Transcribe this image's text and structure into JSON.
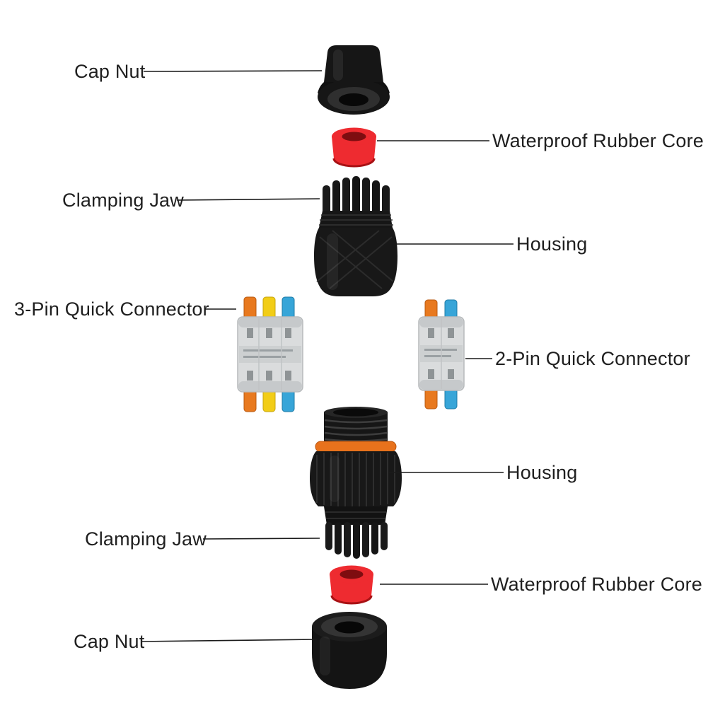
{
  "diagram": {
    "labels": {
      "cap_nut_top": "Cap Nut",
      "waterproof_rubber_core_top": "Waterproof Rubber Core",
      "clamping_jaw_top": "Clamping Jaw",
      "housing_top": "Housing",
      "three_pin_quick_connector": "3-Pin Quick Connector",
      "two_pin_quick_connector": "2-Pin Quick Connector",
      "housing_bottom": "Housing",
      "clamping_jaw_bottom": "Clamping Jaw",
      "waterproof_rubber_core_bottom": "Waterproof Rubber Core",
      "cap_nut_bottom": "Cap Nut"
    },
    "colors": {
      "label_text": "#1f1f1f",
      "leader_line": "#1a1a1a",
      "part_black": "#161616",
      "rubber_red": "#ee2b30",
      "rubber_red_dark": "#7e0d10",
      "seal_orange": "#e8721c",
      "lever_orange": "#e8791f",
      "lever_yellow": "#f2cd17",
      "lever_blue": "#37a5d8",
      "connector_body": "#dadcdd"
    }
  }
}
